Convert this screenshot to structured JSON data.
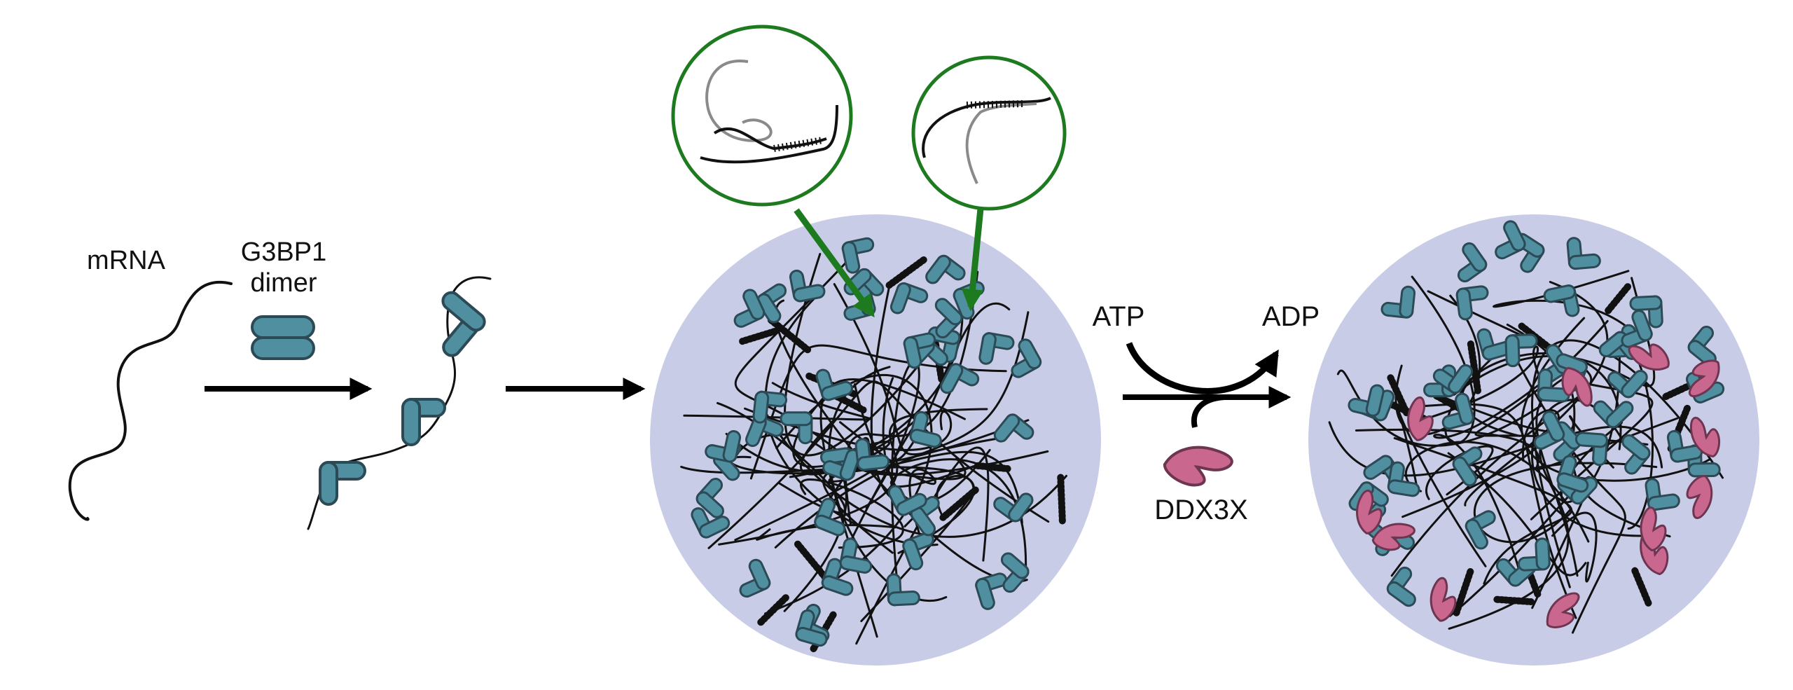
{
  "labels": {
    "mrna": "mRNA",
    "g3bp1_line1": "G3BP1",
    "g3bp1_line2": "dimer",
    "atp": "ATP",
    "adp": "ADP",
    "ddx3x": "DDX3X"
  },
  "colors": {
    "protein": "#4f8fa0",
    "protein_outline": "#2b4a55",
    "helicase": "#c9678f",
    "helicase_outline": "#6e3550",
    "condensate": "#c9cce6",
    "zoom_ring": "#1e7a1e",
    "zoom_arrow": "#1e7a1e",
    "rna": "#111111",
    "rna_secondary": "#8a8a8a",
    "arrow": "#000000"
  }
}
